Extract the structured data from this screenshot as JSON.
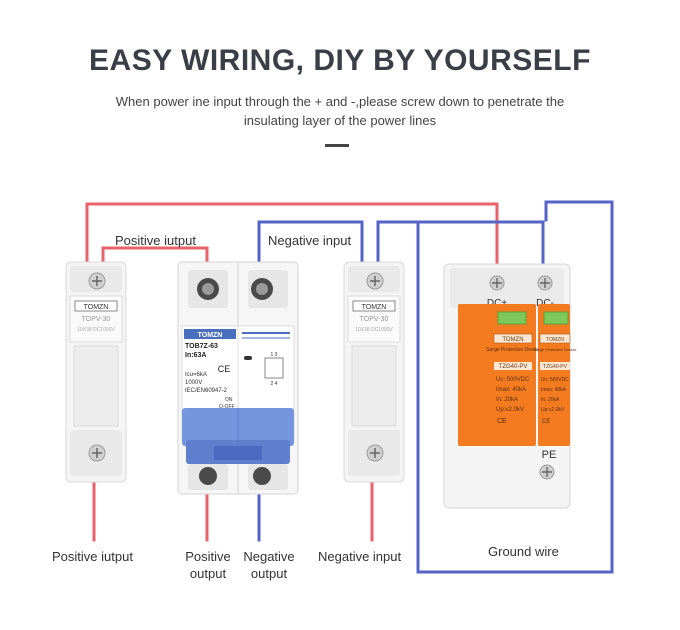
{
  "header": {
    "title": "EASY WIRING, DIY BY YOURSELF",
    "subtitle": "When power ine input through the + and -,please screw down to penetrate the insulating layer of the power lines"
  },
  "labels": {
    "positive_top": "Positive iutput",
    "negative_top": "Negative input",
    "positive_bottom": "Positive iutput",
    "positive_output_1": "Positive",
    "positive_output_2": "output",
    "negative_output_1": "Negative",
    "negative_output_2": "output",
    "negative_input_bottom": "Negative input",
    "ground_wire": "Ground wire"
  },
  "fuse_left": {
    "brand": "TOMZN",
    "model": "TOPV-30",
    "rating": "10X38 DC1000V"
  },
  "fuse_right": {
    "brand": "TOMZN",
    "model": "TOPV-30",
    "rating": "10X38 DC1000V"
  },
  "breaker": {
    "brand": "TOMZN",
    "model": "TOB7Z-63",
    "current": "In:63A",
    "icu": "Icu=6kA",
    "voltage": "1000V",
    "standard": "IEC/EN60947-2",
    "on_label": "ON",
    "off_label": "O-OFF",
    "terminals_top": "1 3",
    "terminals_bottom": "2 4"
  },
  "spd": {
    "terminal_left": "DC+",
    "terminal_right": "DC-",
    "pe": "PE",
    "module_left": {
      "brand": "TOMZN",
      "type": "Surge Protective Device",
      "model": "TZG40-PV",
      "uc": "Uc: 500VDC",
      "imax": "Imax: 40kA",
      "in": "In:   20kA",
      "up": "Up:≤2.0kV",
      "mark": "CE"
    },
    "module_right": {
      "brand": "TOMZN",
      "type": "Surge Protective Device",
      "model": "TZG40-PV",
      "uc": "Uc: 500VDC",
      "imax": "Imax: 40kA",
      "in": "In:   20kA",
      "up": "Up:≤2.0kV",
      "mark": "CE"
    }
  },
  "colors": {
    "positive": "#e8636b",
    "negative": "#5664c8",
    "orange": "#f47b20",
    "blue_lever": "#6f8fd8",
    "title": "#3a3f47"
  }
}
